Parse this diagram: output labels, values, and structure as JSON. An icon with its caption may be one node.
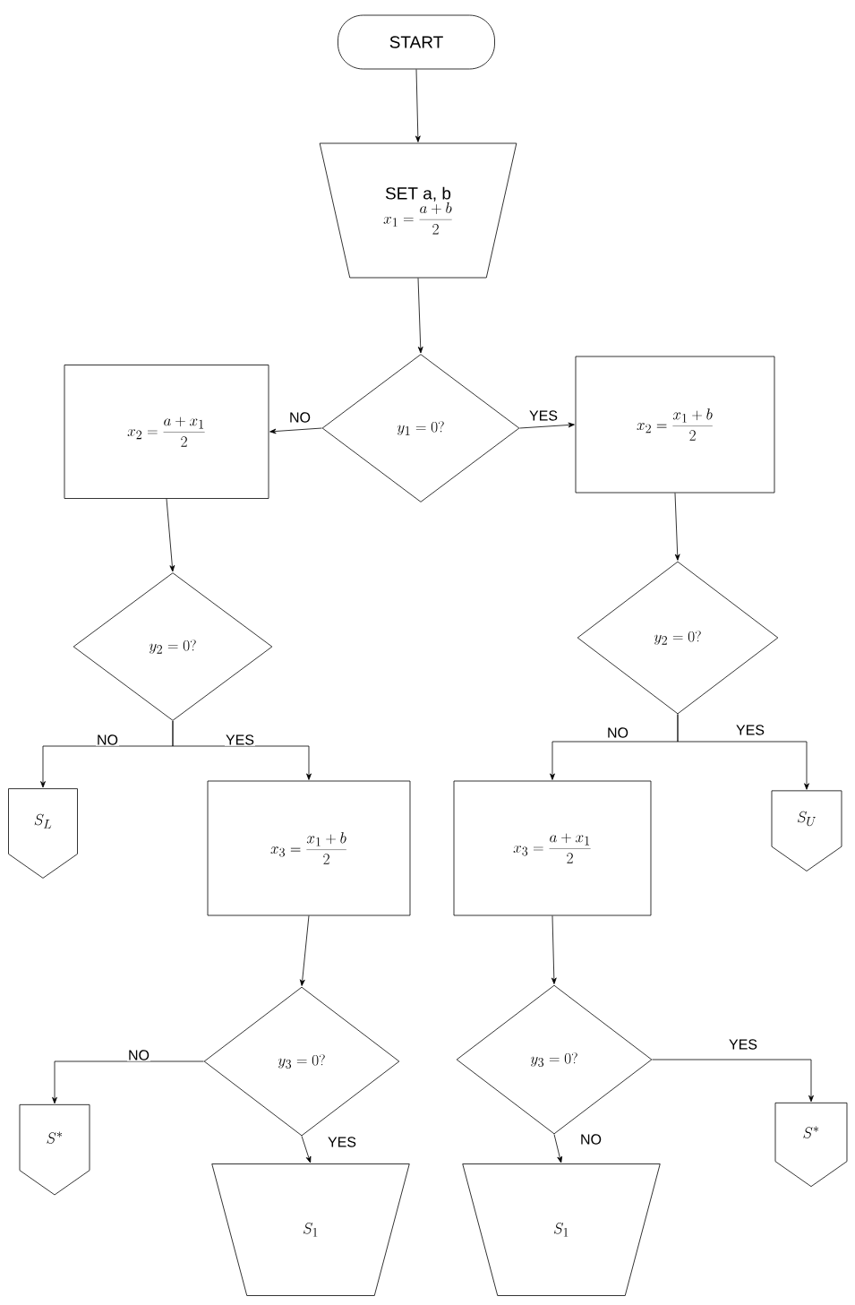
{
  "diagram": {
    "nodes": [
      {
        "text": [
          "START"
        ]
      },
      {
        "text": [
          "SET a, b",
          "x_1 = \\frac{a+b}{2}"
        ]
      },
      {
        "text": [
          "y_1 = 0?"
        ]
      },
      {
        "text": [
          "x_2 = \\frac{a+x_1}{2}"
        ]
      },
      {
        "text": [
          "x_2 = \\frac{x_1+b}{2}"
        ]
      },
      {
        "text": [
          "y_2 = 0?"
        ]
      },
      {
        "text": [
          "y_2 = 0?"
        ]
      },
      {
        "text": [
          "S_L"
        ]
      },
      {
        "text": [
          "x_3 = \\frac{x_1+b}{2}"
        ]
      },
      {
        "text": [
          "x_3 = \\frac{a+x_1}{2}"
        ]
      },
      {
        "text": [
          "S_U"
        ]
      },
      {
        "text": [
          "y_3 = 0?"
        ]
      },
      {
        "text": [
          "y_3 = 0?"
        ]
      },
      {
        "text": [
          "S^{*}"
        ]
      },
      {
        "text": [
          "S_1"
        ]
      },
      {
        "text": [
          "S_1"
        ]
      },
      {
        "text": [
          "S^{*}"
        ]
      }
    ],
    "edges": [
      {
        "from": 0,
        "to": 1,
        "arrow": "to"
      },
      {
        "from": 1,
        "to": 2,
        "arrow": "to"
      },
      {
        "from": 2,
        "to": 3,
        "arrow": "to",
        "label": "NO"
      },
      {
        "from": 2,
        "to": 4,
        "arrow": "to",
        "label": "YES"
      },
      {
        "from": 3,
        "to": 5,
        "arrow": "to"
      },
      {
        "from": 4,
        "to": 6,
        "arrow": "to"
      },
      {
        "from": 5,
        "to": 7,
        "arrow": "to",
        "label": "NO"
      },
      {
        "from": 5,
        "to": 8,
        "arrow": "to",
        "label": "YES"
      },
      {
        "from": 6,
        "to": 9,
        "arrow": "to",
        "label": "NO"
      },
      {
        "from": 6,
        "to": 10,
        "arrow": "to",
        "label": "YES"
      },
      {
        "from": 8,
        "to": 11,
        "arrow": "to"
      },
      {
        "from": 9,
        "to": 12,
        "arrow": "to"
      },
      {
        "from": 11,
        "to": 13,
        "arrow": "to",
        "label": "NO"
      },
      {
        "from": 11,
        "to": 14,
        "arrow": "to",
        "label": "YES"
      },
      {
        "from": 12,
        "to": 15,
        "arrow": "to",
        "label": "NO"
      },
      {
        "from": 12,
        "to": 16,
        "arrow": "to",
        "label": "YES"
      }
    ]
  }
}
